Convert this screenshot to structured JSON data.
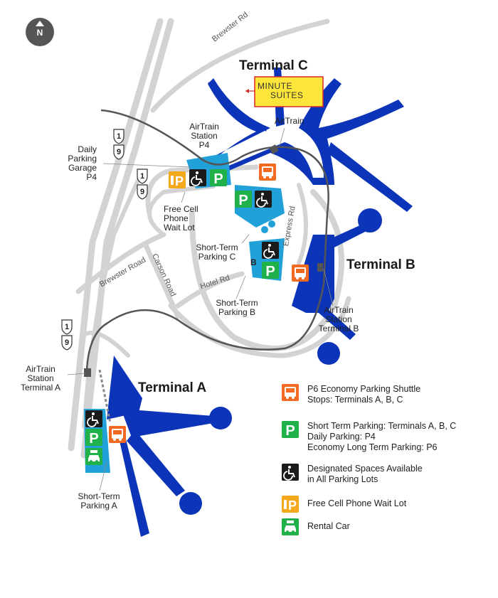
{
  "map": {
    "compass": "N",
    "terminals": {
      "a": "Terminal A",
      "b": "Terminal B",
      "c": "Terminal C"
    },
    "minute_suites": [
      "MINUTE",
      "SUITES"
    ],
    "labels": {
      "airtrain_c": "AirTrain",
      "airtrain_station_p4": [
        "AirTrain",
        "Station",
        "P4"
      ],
      "daily_parking_garage_p4": [
        "Daily",
        "Parking",
        "Garage",
        "P4"
      ],
      "free_cell_phone_lot": [
        "Free Cell",
        "Phone",
        "Wait Lot"
      ],
      "short_term_c": [
        "Short-Term",
        "Parking C"
      ],
      "short_term_b": [
        "Short-Term",
        "Parking B"
      ],
      "short_term_a": [
        "Short-Term",
        "Parking A"
      ],
      "airtrain_station_b": [
        "AirTrain",
        "Station",
        "Terminal B"
      ],
      "airtrain_station_a": [
        "AirTrain",
        "Station",
        "Terminal A"
      ],
      "lot_b_letter": "B"
    },
    "roads": {
      "brewster_top": "Brewster Rd",
      "brewster_road": "Brewster Road",
      "carson_road": "Carson Road",
      "hotel_rd": "Hotel Rd",
      "express_rd": "Express Rd"
    },
    "route_shields": {
      "top_1": "1",
      "top_9": "9",
      "mid_1": "1",
      "mid_9": "9",
      "bottom_1": "1",
      "bottom_9": "9"
    }
  },
  "legend": {
    "shuttle": [
      "P6 Economy Parking Shuttle",
      "Stops: Terminals A, B, C"
    ],
    "parking": [
      "Short Term Parking: Terminals A, B, C",
      "Daily Parking: P4",
      "Economy Long Term Parking: P6"
    ],
    "accessible": [
      "Designated Spaces Available",
      "in All Parking Lots"
    ],
    "cell_lot": [
      "Free Cell Phone Wait Lot"
    ],
    "rental": [
      "Rental Car"
    ]
  },
  "colors": {
    "terminal": "#0c34b8",
    "parking_lot": "#22a0d8",
    "road": "#d3d3d3",
    "airtrain": "#555555",
    "parking_icon": "#21b14b",
    "shuttle_icon": "#f26a21",
    "cell_lot_icon": "#f5a81c",
    "accessible_icon": "#1a1a1a",
    "minute_suites_bg": "#fde53a",
    "minute_suites_border": "#d8262b"
  },
  "icons": [
    "compass-icon",
    "shuttle-bus-icon",
    "parking-p-icon",
    "accessible-icon",
    "cell-phone-lot-icon",
    "rental-car-icon",
    "route-shield-icon"
  ]
}
